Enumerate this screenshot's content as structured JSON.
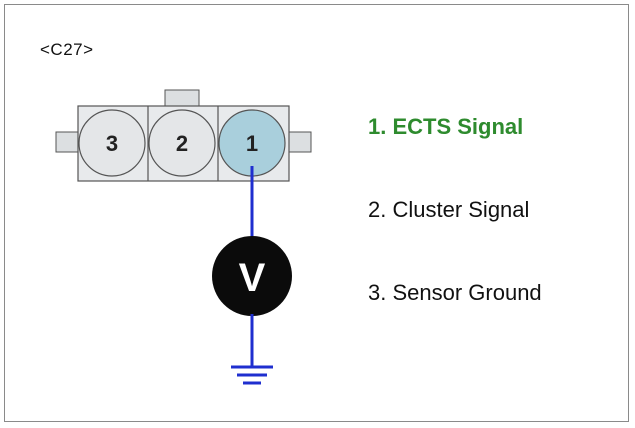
{
  "connector": {
    "id": "<C27>",
    "pins": [
      {
        "number": "3",
        "highlighted": false
      },
      {
        "number": "2",
        "highlighted": false
      },
      {
        "number": "1",
        "highlighted": true
      }
    ]
  },
  "meter": {
    "symbol": "V"
  },
  "legend": {
    "items": [
      {
        "label": "1. ECTS Signal",
        "highlighted": true
      },
      {
        "label": "2. Cluster Signal",
        "highlighted": false
      },
      {
        "label": "3. Sensor Ground",
        "highlighted": false
      }
    ]
  },
  "colors": {
    "wire": "#1f2fcf",
    "highlight_pin": "#a9cfdc",
    "normal_pin": "#e4e6e8",
    "highlight_text": "#2e8b2e",
    "meter_fill": "#0b0b0b"
  }
}
